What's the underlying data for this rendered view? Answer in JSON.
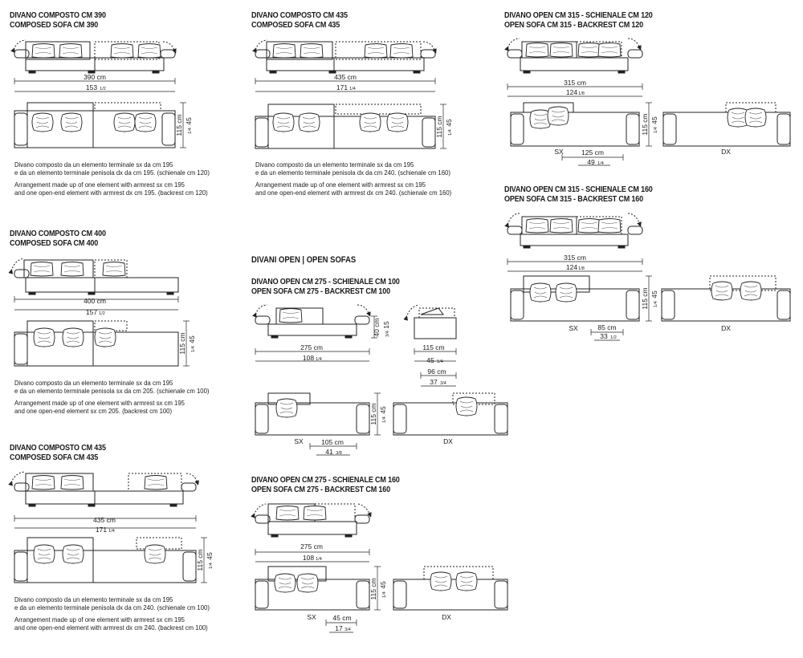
{
  "section_open": "DIVANI OPEN  |  OPEN SOFAS",
  "sofas": [
    {
      "title_it": "DIVANO COMPOSTO CM 390",
      "title_en": "COMPOSED SOFA CM 390",
      "width_cm": "390 cm",
      "width_in": "153",
      "width_in_frac": "1/2",
      "depth_cm": "115 cm",
      "depth_in": "45",
      "depth_in_frac": "1/4",
      "desc_it": [
        "Divano composto da un elemento terminale sx da cm 195",
        "e da un elemento terminale penisola dx da cm 195. (schienale cm 120)"
      ],
      "desc_en": [
        "Arrangement made up of one element with armrest sx cm 195",
        "and one open-end element with armrest dx cm 195. (backrest cm 120)"
      ]
    },
    {
      "title_it": "DIVANO COMPOSTO CM 435",
      "title_en": "COMPOSED SOFA CM 435",
      "width_cm": "435 cm",
      "width_in": "171",
      "width_in_frac": "1/4",
      "depth_cm": "115 cm",
      "depth_in": "45",
      "depth_in_frac": "1/4",
      "desc_it": [
        "Divano composto da un elemento terminale sx da cm 195",
        "e da un elemento terminale penisola dx da cm 240. (schienale cm 160)"
      ],
      "desc_en": [
        "Arrangement made up of one element with armrest sx cm 195",
        "and one open-end element with armrest dx cm 240. (schienale cm 160)"
      ]
    },
    {
      "title_it": "DIVANO OPEN CM 315 - SCHIENALE CM 120",
      "title_en": "OPEN SOFA CM 315 - BACKREST CM 120",
      "width_cm": "315 cm",
      "width_in": "124",
      "width_in_frac": "1/8",
      "depth_cm": "115 cm",
      "depth_in": "45",
      "depth_in_frac": "1/4",
      "sx_label": "SX",
      "dx_label": "DX",
      "sub_cm": "125 cm",
      "sub_in": "49",
      "sub_in_frac": "1/4"
    },
    {
      "title_it": "DIVANO OPEN CM 315 - SCHIENALE CM 160",
      "title_en": "OPEN SOFA CM 315 - BACKREST CM 160",
      "width_cm": "315 cm",
      "width_in": "124",
      "width_in_frac": "1/8",
      "depth_cm": "115 cm",
      "depth_in": "45",
      "depth_in_frac": "1/4",
      "sx_label": "SX",
      "dx_label": "DX",
      "sub_cm": "85 cm",
      "sub_in": "33",
      "sub_in_frac": "1/2"
    },
    {
      "title_it": "DIVANO COMPOSTO CM 400",
      "title_en": "COMPOSED SOFA CM 400",
      "width_cm": "400 cm",
      "width_in": "157",
      "width_in_frac": "1/2",
      "depth_cm": "115 cm",
      "depth_in": "45",
      "depth_in_frac": "1/4",
      "desc_it": [
        "Divano composto da un elemento terminale sx da cm 195",
        "e da un elemento terminale penisola sx da cm 205. (schienale cm 100)"
      ],
      "desc_en": [
        "Arrangement made up of one element with armrest sx cm 195",
        "and one open-end element sx cm 205. (backrest cm 100)"
      ]
    },
    {
      "title_it": "DIVANO OPEN CM 275 - SCHIENALE CM 100",
      "title_en": "OPEN SOFA CM 275 - BACKREST CM 100",
      "width_cm": "275 cm",
      "width_in": "108",
      "width_in_frac": "1/4",
      "height_cm": "40 cm",
      "height_in": "15",
      "height_in_frac": "3/4",
      "side_cm": "115 cm",
      "side_in": "45",
      "side_in_frac": "1/4",
      "seat_cm": "96 cm",
      "seat_in": "37",
      "seat_in_frac": "3/4",
      "depth_cm": "115 cm",
      "depth_in": "45",
      "depth_in_frac": "1/4",
      "sx_label": "SX",
      "dx_label": "DX",
      "sub_cm": "105 cm",
      "sub_in": "41",
      "sub_in_frac": "3/8"
    },
    {
      "title_it": "DIVANO COMPOSTO CM 435",
      "title_en": "COMPOSED SOFA CM 435",
      "width_cm": "435 cm",
      "width_in": "171",
      "width_in_frac": "1/4",
      "depth_cm": "115 cm",
      "depth_in": "45",
      "depth_in_frac": "1/4",
      "desc_it": [
        "Divano composto da un elemento terminale sx da cm 195",
        "e da un elemento terminale penisola dx da cm 240. (schienale cm 100)"
      ],
      "desc_en": [
        "Arrangement made up of one element with armrest sx cm 195",
        "and one open-end element with armrest dx cm 240. (backrest cm 100)"
      ]
    },
    {
      "title_it": "DIVANO OPEN CM 275 - SCHIENALE CM 160",
      "title_en": "OPEN SOFA CM 275 - BACKREST CM 160",
      "width_cm": "275 cm",
      "width_in": "108",
      "width_in_frac": "1/4",
      "depth_cm": "115 cm",
      "depth_in": "45",
      "depth_in_frac": "1/4",
      "sx_label": "SX",
      "dx_label": "DX",
      "sub_cm": "45 cm",
      "sub_in": "17",
      "sub_in_frac": "3/4"
    }
  ]
}
